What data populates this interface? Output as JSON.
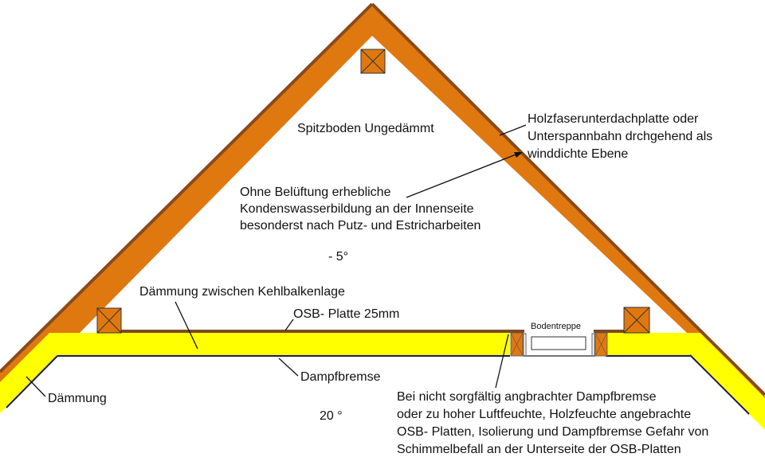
{
  "colors": {
    "rafter": "#e07810",
    "rafter_edge": "#8a4a1a",
    "insulation": "#ffff00",
    "vapor_barrier": "#1a1a5a",
    "osb": "#7a4a2a"
  },
  "labels": {
    "attic": "Spitzboden Ungedämmt",
    "roof_board": [
      "Holzfaserunterdachplatte oder",
      "Unterspannbahn drchgehend als",
      "winddichte Ebene"
    ],
    "condensation": [
      "Ohne Belüftung erhebliche",
      "Kondenswasserbildung an der Innenseite",
      "besonderst nach Putz- und Estricharbeiten"
    ],
    "attic_temp": "- 5°",
    "collar_insulation": "Dämmung zwischen Kehlbalkenlage",
    "osb": "OSB- Platte 25mm",
    "stair": "Bodentreppe",
    "vapor_barrier": "Dampfbremse",
    "insulation": "Dämmung",
    "room_temp": "20 °",
    "mold_warning": [
      "Bei nicht sorgfältig angbrachter Dampfbremse",
      "oder zu hoher Luftfeuchte, Holzfeuchte angebrachte",
      "OSB- Platten, Isolierung und Dampfbremse Gefahr von",
      "Schimmelbefall an der Unterseite der OSB-Platten"
    ]
  }
}
